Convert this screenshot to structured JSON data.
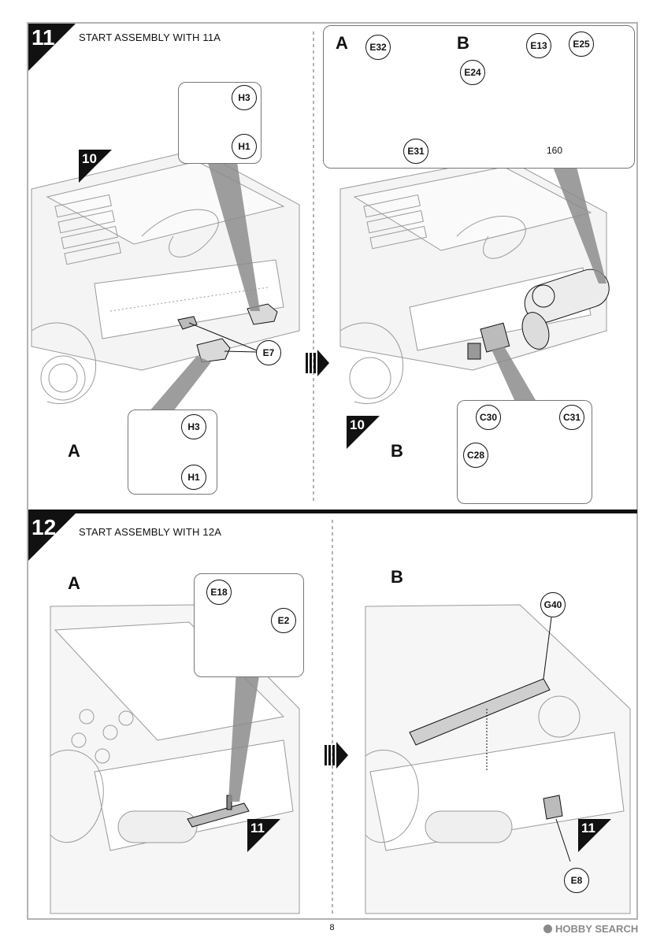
{
  "page_number": "8",
  "watermark": "HOBBY SEARCH",
  "steps": [
    {
      "number": "11",
      "title": "START ASSEMBLY WITH 11A",
      "sub_a": "A",
      "sub_b": "B",
      "ref_step_a": "10",
      "ref_step_b": "10",
      "callouts_a": {
        "h3_top": "H3",
        "h1_top": "H1",
        "e7": "E7",
        "h3_bottom": "H3",
        "h1_bottom": "H1"
      },
      "inset_top": {
        "label_a": "A",
        "label_b": "B",
        "e32": "E32",
        "e31": "E31",
        "e24": "E24",
        "e13": "E13",
        "e25": "E25",
        "num_160": "160"
      },
      "inset_b": {
        "c30": "C30",
        "c31": "C31",
        "c28": "C28"
      }
    },
    {
      "number": "12",
      "title": "START ASSEMBLY WITH 12A",
      "sub_a": "A",
      "sub_b": "B",
      "ref_step_a": "11",
      "ref_step_b": "11",
      "callouts_a": {
        "e18": "E18",
        "e2": "E2"
      },
      "callouts_b": {
        "g40": "G40",
        "e8": "E8"
      }
    }
  ]
}
